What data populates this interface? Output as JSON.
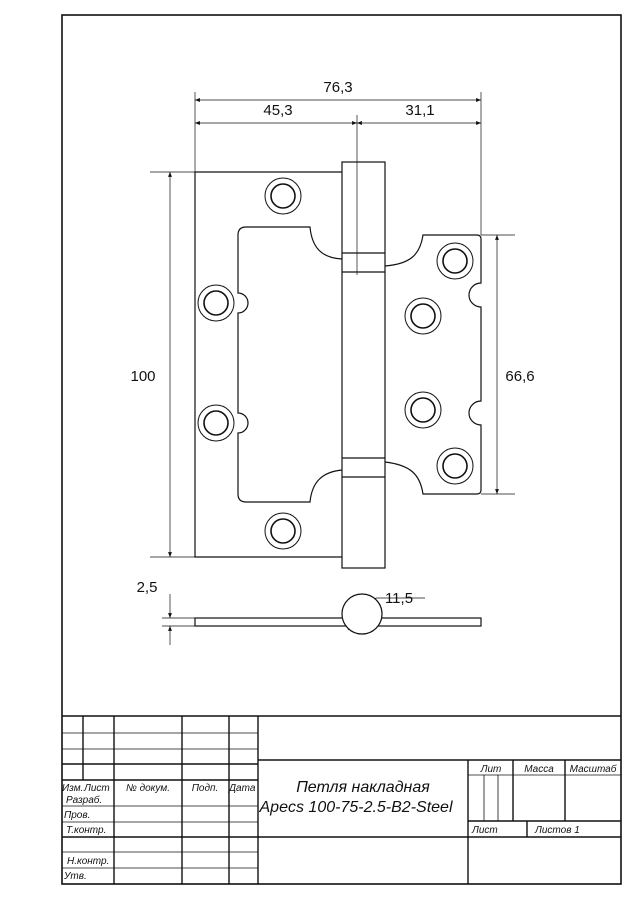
{
  "dimensions": {
    "overall_width": "76,3",
    "left_leaf_width": "45,3",
    "right_leaf_width": "31,1",
    "height": "100",
    "right_leaf_height": "66,6",
    "thickness": "2,5",
    "knuckle_diameter": "11,5"
  },
  "title_block": {
    "headers": {
      "izm": "Изм.",
      "list": "Лист",
      "doc_no": "№ докум.",
      "sign": "Подп.",
      "date": "Дата"
    },
    "roles": {
      "developed": "Разраб.",
      "checked": "Пров.",
      "tech_control": "Т.контр.",
      "norm_control": "Н.контр.",
      "approved": "Утв."
    },
    "title_line1": "Петля накладная",
    "title_line2": "Apecs 100-75-2.5-B2-Steel",
    "lit": "Лит",
    "mass": "Масса",
    "scale": "Масштаб",
    "sheet": "Лист",
    "sheets": "Листов  1"
  }
}
